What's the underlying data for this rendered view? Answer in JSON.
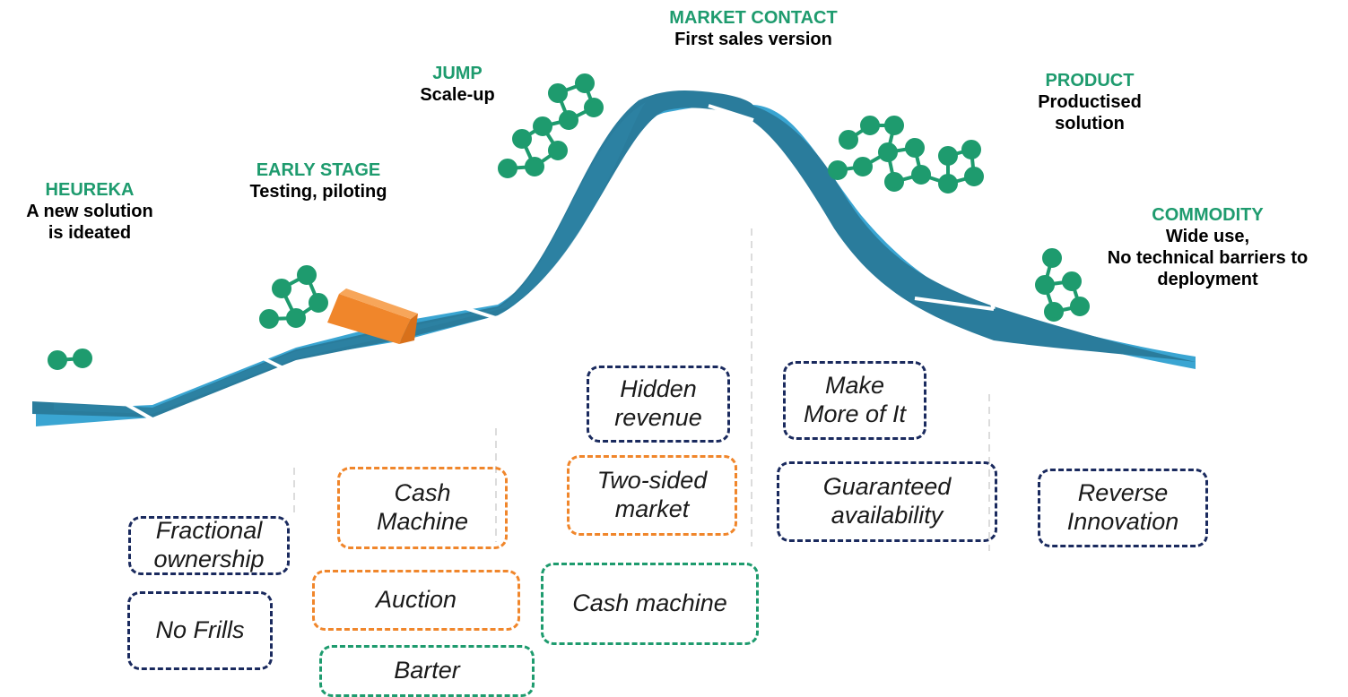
{
  "stages": [
    {
      "id": "heureka",
      "title": "HEUREKA",
      "desc": [
        "A new solution",
        "is ideated"
      ]
    },
    {
      "id": "early",
      "title": "EARLY STAGE",
      "desc": [
        "Testing, piloting"
      ]
    },
    {
      "id": "jump",
      "title": "JUMP",
      "desc": [
        "Scale-up"
      ]
    },
    {
      "id": "market",
      "title": "MARKET CONTACT",
      "desc": [
        "First sales version"
      ]
    },
    {
      "id": "product",
      "title": "PRODUCT",
      "desc": [
        "Productised",
        "solution"
      ]
    },
    {
      "id": "commodity",
      "title": "COMMODITY",
      "desc": [
        "Wide use,",
        "No technical barriers to",
        "deployment"
      ]
    }
  ],
  "models": [
    {
      "id": "fractional",
      "lines": [
        "Fractional",
        "ownership"
      ],
      "color": "navy"
    },
    {
      "id": "nofrills",
      "lines": [
        "No Frills"
      ],
      "color": "navy"
    },
    {
      "id": "cashmachine-orange",
      "lines": [
        "Cash",
        "Machine"
      ],
      "color": "orange"
    },
    {
      "id": "auction",
      "lines": [
        "Auction"
      ],
      "color": "orange"
    },
    {
      "id": "barter",
      "lines": [
        "Barter"
      ],
      "color": "green"
    },
    {
      "id": "hidden",
      "lines": [
        "Hidden",
        "revenue"
      ],
      "color": "navy"
    },
    {
      "id": "twosided",
      "lines": [
        "Two-sided",
        "market"
      ],
      "color": "orange"
    },
    {
      "id": "cashmachine-green",
      "lines": [
        "Cash machine"
      ],
      "color": "green"
    },
    {
      "id": "makemore",
      "lines": [
        "Make",
        "More of It"
      ],
      "color": "navy"
    },
    {
      "id": "guaranteed",
      "lines": [
        "Guaranteed",
        "availability"
      ],
      "color": "navy"
    },
    {
      "id": "reverse",
      "lines": [
        "Reverse",
        "Innovation"
      ],
      "color": "navy"
    }
  ],
  "colors": {
    "navy": "#1a2a5e",
    "orange": "#f0862b",
    "green": "#1e9b6e",
    "road_top": "#2a7c9c",
    "road_side": "#3aa5d2",
    "molecule": "#1e9b6e"
  },
  "icons": [
    "molecule-icon",
    "orange-sled-icon"
  ]
}
